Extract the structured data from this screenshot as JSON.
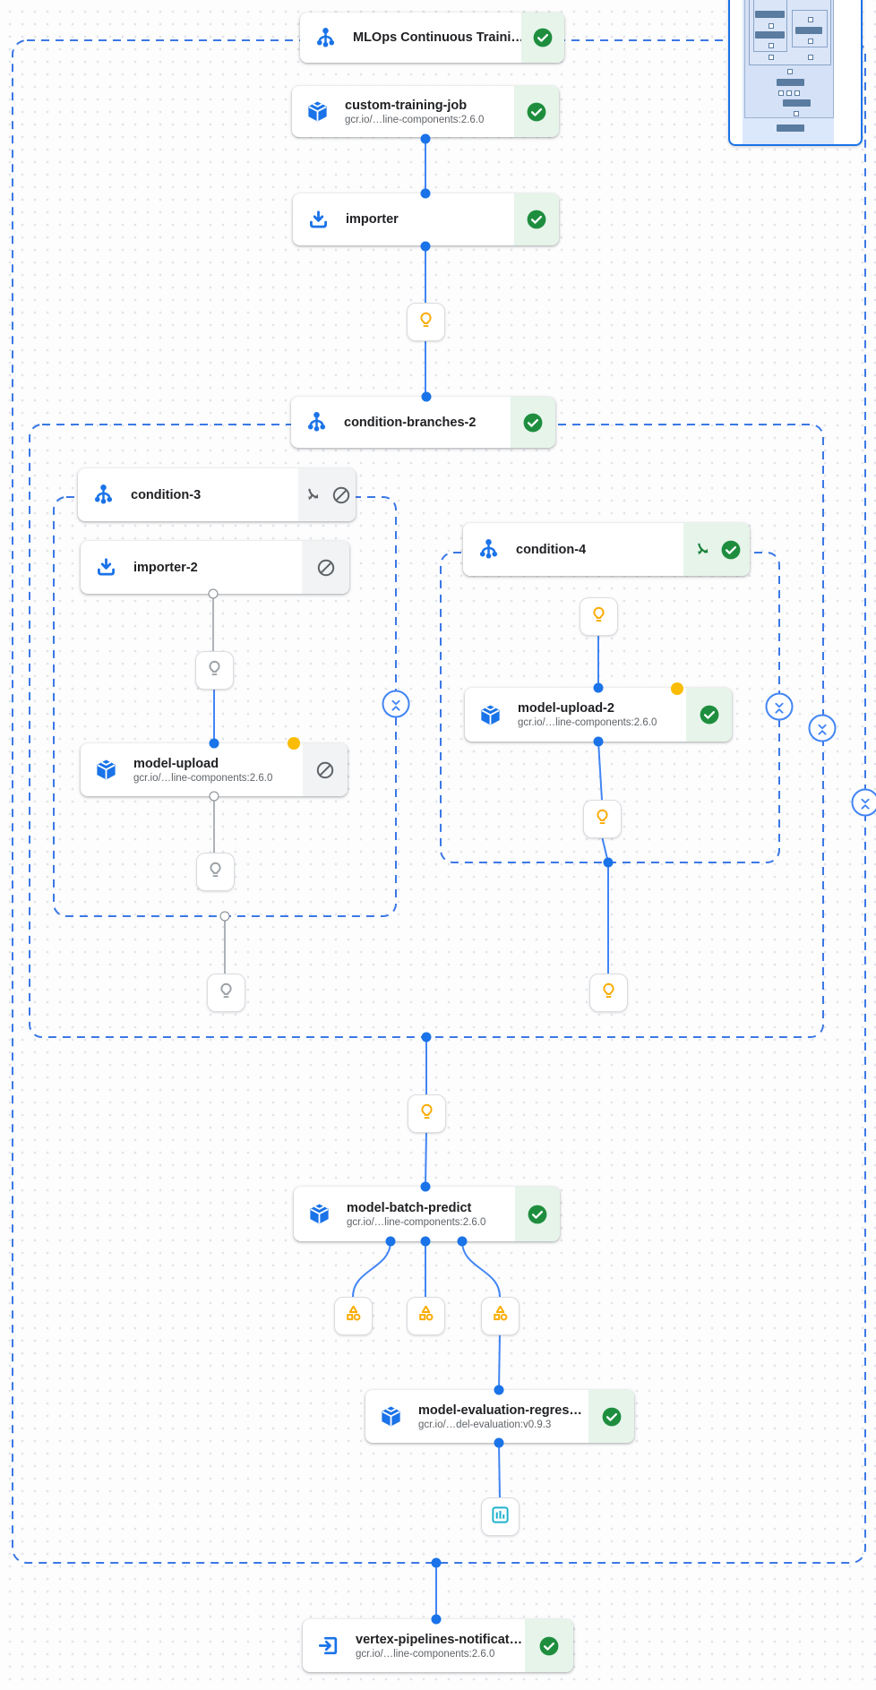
{
  "app": {
    "name": "pipeline-dag-view",
    "description_visible_text_only": true
  },
  "colors": {
    "accent_blue": "#1a73e8",
    "edge_blue": "#4285f4",
    "edge_gray": "#9aa0a6",
    "success_green": "#1e8e3e",
    "success_bg": "#e6f4ea",
    "skipped_bg": "#f1f3f4",
    "artifact_yellow": "#f9ab00",
    "metrics_teal": "#1fb2cd",
    "dashed_border": "#3b78e6"
  },
  "icons": {
    "condition": "tree-branch-icon",
    "cube": "component-cube-icon",
    "import": "download-importer-icon",
    "exit": "exit-to-app-icon",
    "bulb": "lightbulb-parameter-icon",
    "shapes": "artifact-shapes-icon",
    "chart": "metrics-chart-icon",
    "check": "status-succeeded-icon",
    "blocked": "status-skipped-icon",
    "branch": "branch-taken-icon",
    "collapse": "collapse-chevrons-icon"
  },
  "nodes": [
    {
      "id": "mlops-title",
      "title": "MLOps Continuous Traini…",
      "subtitle": "",
      "icon": "condition",
      "status": "succeeded"
    },
    {
      "id": "custom-training-job",
      "title": "custom-training-job",
      "subtitle": "gcr.io/…line-components:2.6.0",
      "icon": "cube",
      "status": "succeeded"
    },
    {
      "id": "importer",
      "title": "importer",
      "subtitle": "",
      "icon": "import",
      "status": "succeeded"
    },
    {
      "id": "condition-branches-2",
      "title": "condition-branches-2",
      "subtitle": "",
      "icon": "condition",
      "status": "succeeded"
    },
    {
      "id": "condition-3",
      "title": "condition-3",
      "subtitle": "",
      "icon": "condition",
      "status": "skipped-branch"
    },
    {
      "id": "importer-2",
      "title": "importer-2",
      "subtitle": "",
      "icon": "import",
      "status": "skipped"
    },
    {
      "id": "model-upload",
      "title": "model-upload",
      "subtitle": "gcr.io/…line-components:2.6.0",
      "icon": "cube",
      "status": "skipped"
    },
    {
      "id": "condition-4",
      "title": "condition-4",
      "subtitle": "",
      "icon": "condition",
      "status": "succeeded-branch"
    },
    {
      "id": "model-upload-2",
      "title": "model-upload-2",
      "subtitle": "gcr.io/…line-components:2.6.0",
      "icon": "cube",
      "status": "succeeded"
    },
    {
      "id": "model-batch-predict",
      "title": "model-batch-predict",
      "subtitle": "gcr.io/…line-components:2.6.0",
      "icon": "cube",
      "status": "succeeded"
    },
    {
      "id": "model-evaluation-regres",
      "title": "model-evaluation-regres…",
      "subtitle": "gcr.io/…del-evaluation:v0.9.3",
      "icon": "cube",
      "status": "succeeded"
    },
    {
      "id": "vertex-pipelines-notificat",
      "title": "vertex-pipelines-notificat…",
      "subtitle": "gcr.io/…line-components:2.6.0",
      "icon": "exit",
      "status": "succeeded"
    }
  ]
}
